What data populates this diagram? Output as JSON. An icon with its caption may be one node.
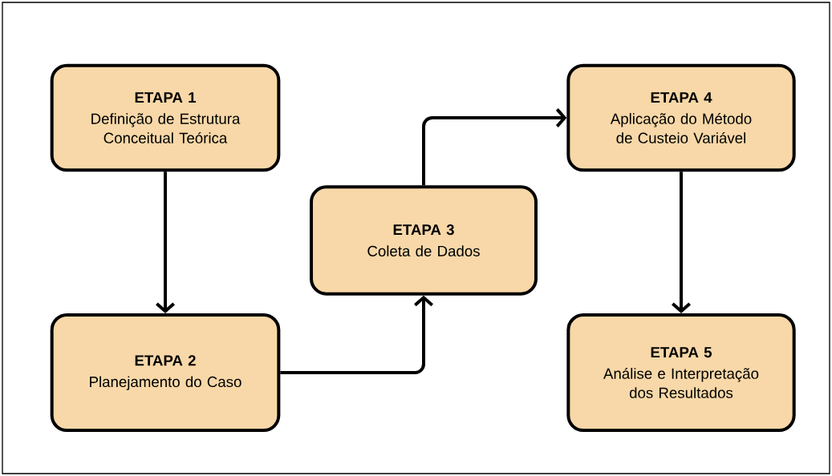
{
  "diagram": {
    "nodes": [
      {
        "text": [
          "ETAPA 1",
          "Definição de Estrutura Conceitual Teórica"
        ]
      },
      {
        "text": [
          "ETAPA 2",
          "Planejamento do Caso"
        ]
      },
      {
        "text": [
          "ETAPA 3",
          "Coleta de Dados"
        ]
      },
      {
        "text": [
          "ETAPA 4",
          "Aplicação do Método de Custeio Variável"
        ]
      },
      {
        "text": [
          "ETAPA 5",
          "Análise e Interpretação dos Resultados"
        ]
      }
    ],
    "edges": [
      {
        "from": 0,
        "to": 1,
        "arrow": "to"
      },
      {
        "from": 1,
        "to": 2,
        "arrow": "to"
      },
      {
        "from": 2,
        "to": 3,
        "arrow": "to"
      },
      {
        "from": 3,
        "to": 4,
        "arrow": "to"
      }
    ]
  }
}
